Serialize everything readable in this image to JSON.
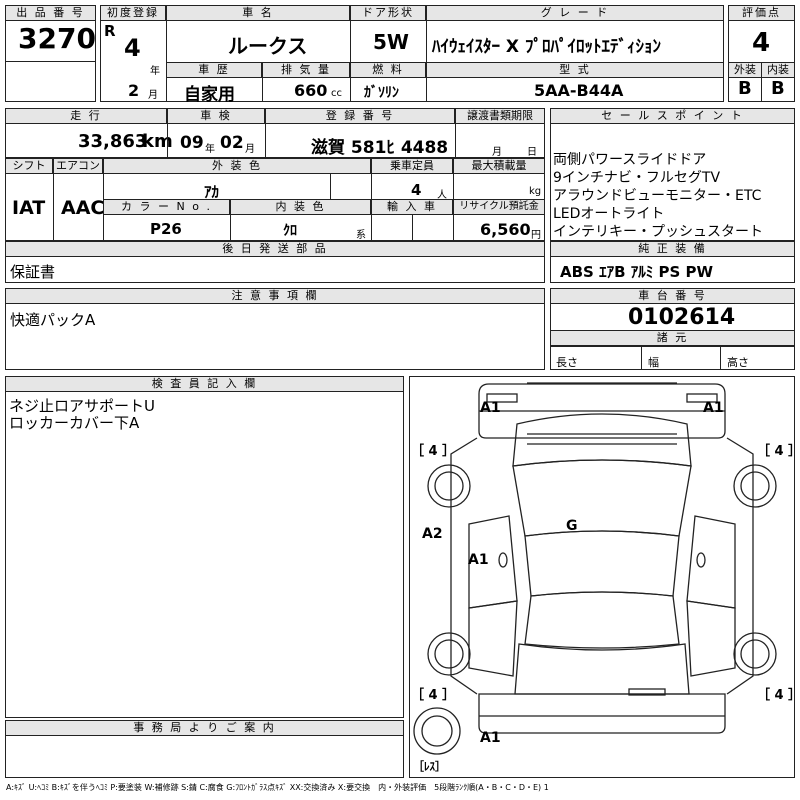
{
  "header": {
    "lot_no_label": "出 品 番 号",
    "lot_no": "3270",
    "first_reg_label": "初度登録",
    "era": "R",
    "year": "4",
    "year_unit": "年",
    "month": "2",
    "month_unit": "月",
    "car_name_label": "車 名",
    "car_name": "ルークス",
    "door_label": "ドア形状",
    "door": "5W",
    "grade_label": "グ レ ー ド",
    "grade": "ﾊｲｳｪｲｽﾀｰ X ﾌﾟﾛﾊﾟｲﾛｯﾄｴﾃﾞｨｼｮﾝ",
    "score_label": "評価点",
    "score": "4",
    "history_label": "車 歴",
    "history": "自家用",
    "displacement_label": "排 気 量",
    "displacement": "660",
    "displacement_unit": "cc",
    "fuel_label": "燃 料",
    "fuel": "ｶﾞｿﾘﾝ",
    "model_label": "型 式",
    "model": "5AA-B44A",
    "exterior_label": "外装",
    "exterior": "B",
    "interior_label": "内装",
    "interior": "B"
  },
  "row2": {
    "mileage_label": "走 行",
    "mileage": "33,863",
    "mileage_unit": "km",
    "inspection_label": "車 検",
    "insp_year": "09",
    "insp_year_unit": "年",
    "insp_month": "02",
    "insp_month_unit": "月",
    "plate_label": "登 録 番 号",
    "plate": "滋賀 581ﾋ 4488",
    "transfer_label": "譲渡書類期限",
    "transfer_month_unit": "月",
    "transfer_day_unit": "日"
  },
  "row3": {
    "shift_label": "シフト",
    "shift": "IAT",
    "ac_label": "エアコン",
    "ac": "AAC",
    "color_label": "外 装 色",
    "color": "ｱｶ",
    "capacity_label": "乗車定員",
    "capacity": "4",
    "capacity_unit": "人",
    "load_label": "最大積載量",
    "load_unit": "kg",
    "color_no_label": "カ ラ ー N o .",
    "color_no": "P26",
    "int_color_label": "内 装 色",
    "int_color": "ｸﾛ",
    "int_color_unit": "系",
    "import_label": "輸 入 車",
    "recycle_label": "リサイクル預託金",
    "recycle": "6,560",
    "recycle_unit": "円"
  },
  "sales_points": {
    "label": "セ ー ル ス ポ イ ン ト",
    "lines": [
      "両側パワースライドドア",
      "9インチナビ・フルセグTV",
      "アラウンドビューモニター・ETC",
      "LEDオートライト",
      "インテリキー・プッシュスタート"
    ]
  },
  "later_parts": {
    "label": "後 日 発 送 部 品",
    "text": "保証書"
  },
  "equipment": {
    "label": "純 正 装 備",
    "text": "ABS ｴｱB ｱﾙﾐ PS PW"
  },
  "notes": {
    "label": "注 意 事 項 欄",
    "text": "快適パックA"
  },
  "chassis": {
    "label": "車 台 番 号",
    "number": "0102614",
    "dims_label": "諸 元",
    "length_label": "長さ",
    "width_label": "幅",
    "height_label": "高さ"
  },
  "inspector": {
    "label": "検 査 員 記 入 欄",
    "lines": [
      "ネジ止ロアサポートU",
      "ロッカーカバー下A"
    ]
  },
  "office": {
    "label": "事 務 局 よ り ご 案 内"
  },
  "diagram": {
    "marks": {
      "a1_tl": "A1",
      "a1_tr": "A1",
      "a2": "A2",
      "a1_side": "A1",
      "g": "G",
      "a1_bottom": "A1"
    },
    "tires": {
      "fl": "［ 4 ］",
      "fr": "［ 4 ］",
      "rl": "［ 4 ］",
      "rr": "［ 4 ］",
      "spare": "［ﾚｽ］"
    }
  },
  "legend": "A:ｷｽﾞ U:ﾍｺﾐ B:ｷｽﾞを伴うﾍｺﾐ P:要塗装 W:補修跡 S:錆 C:腐食 G:ﾌﾛﾝﾄｶﾞﾗｽ点ｷｽﾞ XX:交換済み X:要交換　内・外装評価　5段階ﾗﾝｸ順(A・B・C・D・E) 1"
}
